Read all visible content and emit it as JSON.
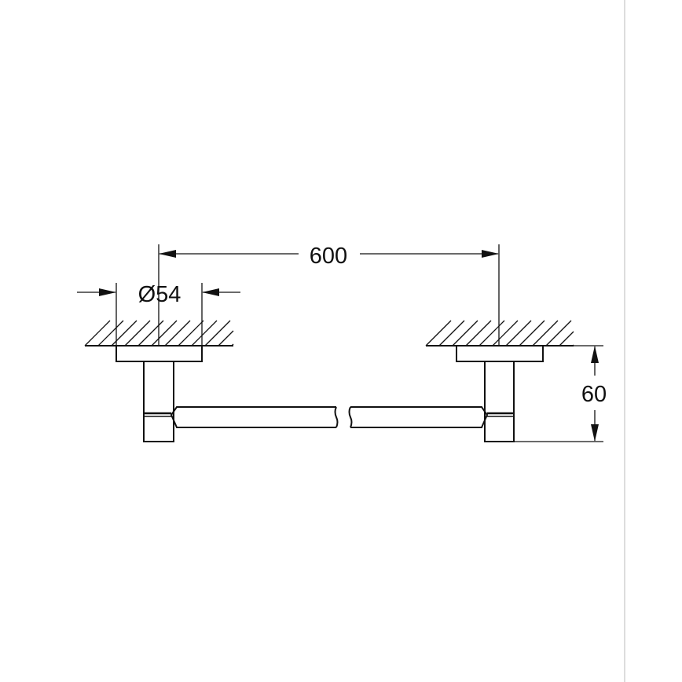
{
  "drawing": {
    "length_dimension": "600",
    "diameter_dimension": "Ø54",
    "projection_dimension": "60",
    "line_color": "#111111",
    "border_color": "#dddddd"
  }
}
